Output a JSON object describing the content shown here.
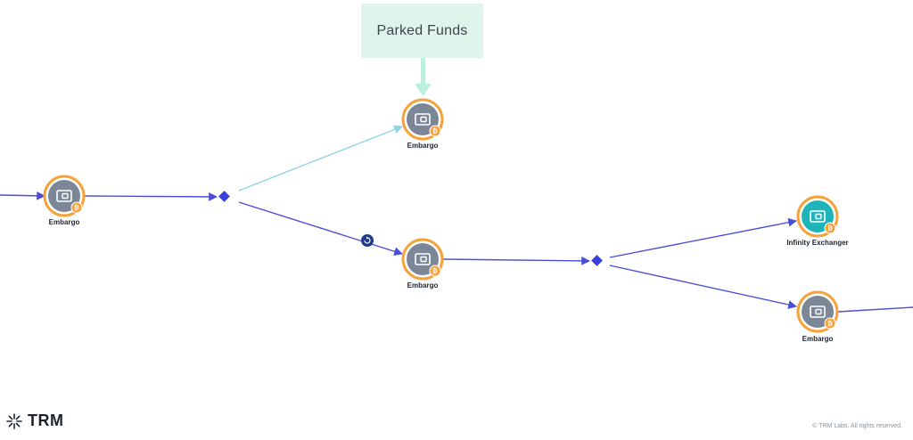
{
  "callout": {
    "text": "Parked Funds"
  },
  "nodes": [
    {
      "id": "n1",
      "label": "Embargo",
      "type": "wallet",
      "ring_color": "#f6a23a",
      "fill_color": "#7b8796"
    },
    {
      "id": "n2",
      "label": "Embargo",
      "type": "wallet",
      "ring_color": "#f6a23a",
      "fill_color": "#7b8796"
    },
    {
      "id": "n3",
      "label": "Embargo",
      "type": "wallet",
      "ring_color": "#f6a23a",
      "fill_color": "#7b8796"
    },
    {
      "id": "n4",
      "label": "Infinity Exchanger",
      "type": "wallet",
      "ring_color": "#f6a23a",
      "fill_color": "#1fb5b8"
    },
    {
      "id": "n5",
      "label": "Embargo",
      "type": "wallet",
      "ring_color": "#f6a23a",
      "fill_color": "#7b8796"
    }
  ],
  "edge_colors": {
    "main": "#4a4fd6",
    "highlight": "#8fd3e8",
    "callout_arrow": "#bdf0dc",
    "junction": "#3a3fe0",
    "cycle_badge": "#1e3a8a",
    "badge": "#f6a23a"
  },
  "footer": {
    "logo_text": "TRM",
    "copyright": "© TRM Labs. All rights reserved."
  }
}
